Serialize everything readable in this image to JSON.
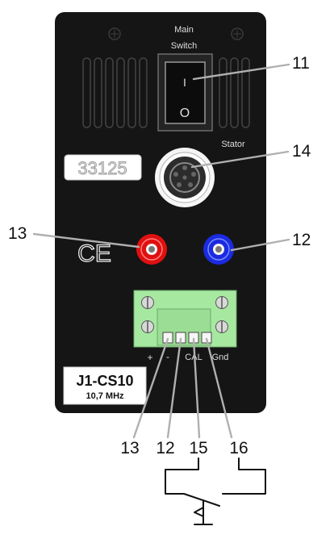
{
  "panel": {
    "main_switch_line1": "Main",
    "main_switch_line2": "Switch",
    "switch_on_symbol": "I",
    "switch_off_symbol": "O",
    "stator_label": "Stator",
    "serial_number": "33125",
    "ce_mark": "CE",
    "model_name": "J1-CS10",
    "model_frequency": "10,7 MHz",
    "terminal_labels": [
      "+",
      "-",
      "CAL",
      "Gnd"
    ]
  },
  "callouts": {
    "switch": "11",
    "stator_connector": "14",
    "red_socket": "13",
    "blue_socket": "12",
    "terminal_plus": "13",
    "terminal_minus": "12",
    "terminal_cal": "15",
    "terminal_gnd": "16"
  },
  "colors": {
    "panel": "#151515",
    "terminal_block": "#a6e8a0",
    "red_socket": "#e01010",
    "blue_socket": "#1a2be0"
  }
}
